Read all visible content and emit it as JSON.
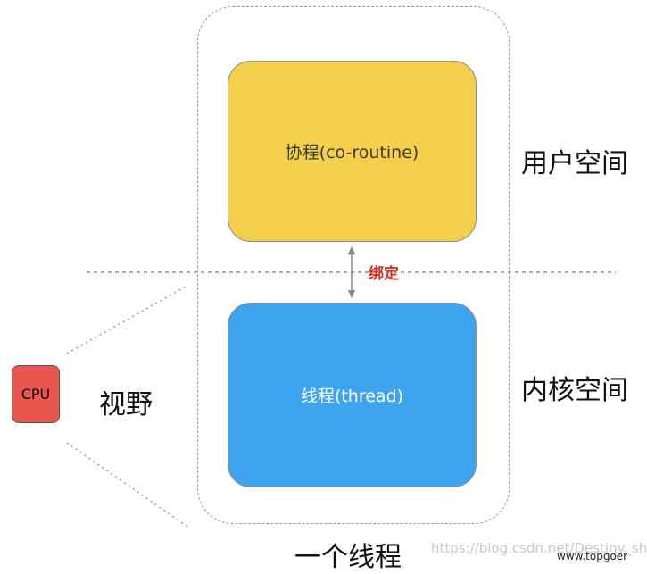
{
  "coroutine_box": {
    "label": "协程(co-routine)"
  },
  "thread_box": {
    "label": "线程(thread)"
  },
  "user_space_label": "用户空间",
  "kernel_space_label": "内核空间",
  "bind_label": "绑定",
  "cpu_label": "CPU",
  "view_label": "视野",
  "one_thread_label": "一个线程",
  "watermarks": {
    "url": "https://blog.csdn.net/Destiny_shine",
    "site": "www.topgoer"
  },
  "colors": {
    "coroutine_fill": "#f4cf4b",
    "thread_fill": "#3ea4ed",
    "cpu_fill": "#e8564e",
    "bind_text": "#d0321f",
    "dashed_line": "#8a8a8a",
    "arrow": "#888888"
  }
}
